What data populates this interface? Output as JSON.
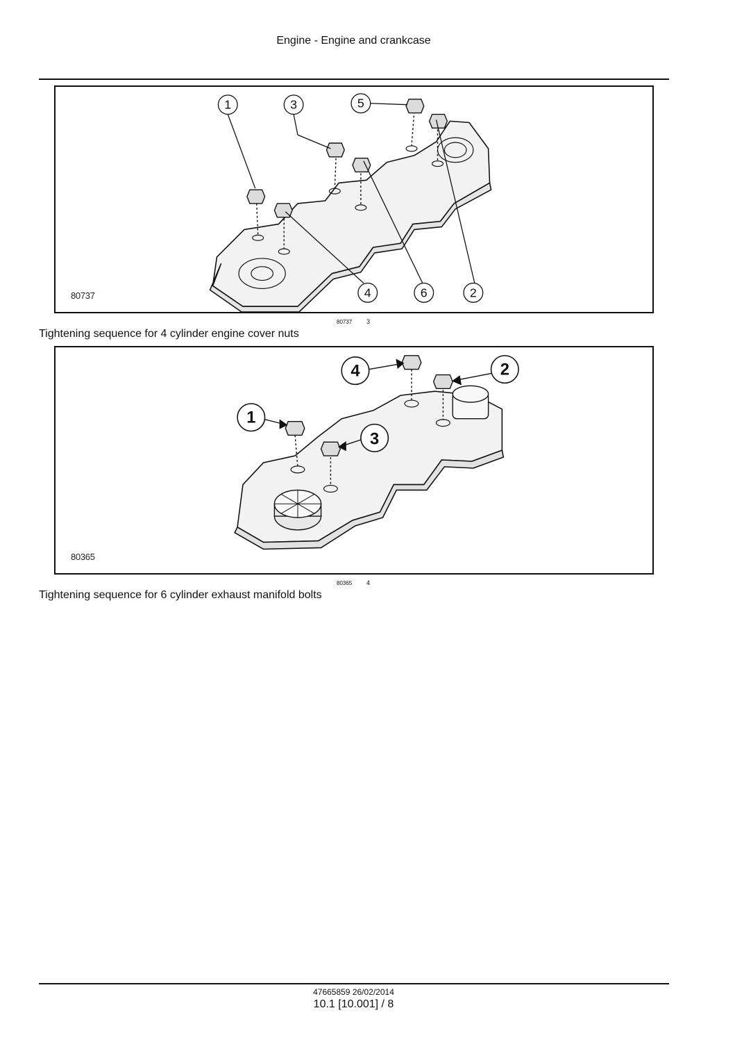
{
  "header": {
    "title": "Engine - Engine and crankcase"
  },
  "figures": [
    {
      "code": "80737",
      "ref_code": "80737",
      "ref_num": "3",
      "caption": "Tightening sequence for 4 cylinder engine cover nuts",
      "callouts": [
        "1",
        "2",
        "3",
        "4",
        "5",
        "6"
      ]
    },
    {
      "code": "80365",
      "ref_code": "80365",
      "ref_num": "4",
      "caption": "Tightening sequence for 6 cylinder exhaust manifold bolts",
      "callouts": [
        "1",
        "2",
        "3",
        "4"
      ]
    }
  ],
  "footer": {
    "doc_code": "47665859 26/02/2014",
    "page": "10.1 [10.001] / 8"
  }
}
